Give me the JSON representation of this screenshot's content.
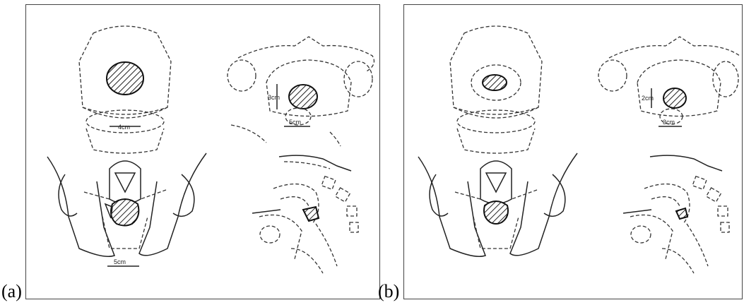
{
  "panels": [
    {
      "label": "(a)",
      "measurements": {
        "coronal_width": "4cm",
        "axial_height": "3cm",
        "axial_width": "5cm",
        "pelvic_width": "5cm"
      }
    },
    {
      "label": "(b)",
      "measurements": {
        "axial_height": "2cm",
        "axial_width": "3cm"
      }
    }
  ],
  "colors": {
    "line": "#333333",
    "border": "#444444",
    "background": "#ffffff"
  }
}
